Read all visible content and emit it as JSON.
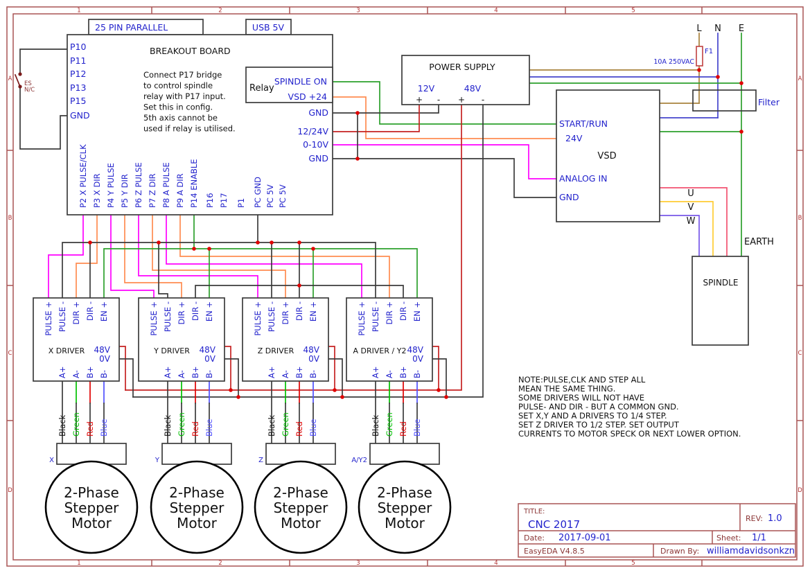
{
  "frame": {
    "cols": [
      "1",
      "2",
      "3",
      "4",
      "5"
    ],
    "rows": [
      "A",
      "B",
      "C",
      "D"
    ]
  },
  "parallel_port": {
    "label": "25 PIN PARALLEL"
  },
  "usb": {
    "label": "USB 5V"
  },
  "estop": {
    "label_top": "ES",
    "label_bottom": "N/C"
  },
  "breakout": {
    "title": "BREAKOUT BOARD",
    "note": [
      "Connect P17 bridge",
      "to control spindle",
      "relay with P17 input.",
      "Set this in config.",
      "5th axis cannot be",
      "used if relay is utilised."
    ],
    "left_pins": [
      "P10",
      "P11",
      "P12",
      "P13",
      "P15",
      "GND"
    ],
    "bottom_pins": [
      "P2 X PULSE/CLK",
      "P3 X DIR",
      "P4 Y PULSE",
      "P5 Y DIR",
      "P6 Z PULSE",
      "P7 Z DIR",
      "P8 A PULSE",
      "P9 A DIR",
      "P14 ENABLE",
      "P16",
      "P17",
      "P1",
      "PC GND",
      "PC 5V",
      "PC 5V"
    ],
    "right_pins": [
      "GND",
      "12/24V",
      "0-10V",
      "GND"
    ],
    "relay": {
      "label": "Relay",
      "pin1": "SPINDLE ON",
      "pin2": "VSD +24"
    }
  },
  "power_supply": {
    "title": "POWER SUPPLY",
    "out1": "12V",
    "out2": "48V",
    "terminals": [
      "+",
      "-",
      "+",
      "-"
    ]
  },
  "mains": {
    "l": "L",
    "n": "N",
    "e": "E",
    "fuse_name": "F1",
    "fuse_rating": "10A 250VAC",
    "filter": "Filter",
    "earth": "EARTH"
  },
  "vsd": {
    "title": "VSD",
    "pin_start": "START/RUN",
    "pin_24v": "24V",
    "pin_analog": "ANALOG IN",
    "pin_gnd": "GND",
    "out_u": "U",
    "out_v": "V",
    "out_w": "W"
  },
  "spindle": {
    "title": "SPINDLE"
  },
  "drivers": [
    {
      "name": "X DRIVER",
      "axis": "X"
    },
    {
      "name": "Y DRIVER",
      "axis": "Y"
    },
    {
      "name": "Z DRIVER",
      "axis": "Z"
    },
    {
      "name": "A DRIVER / Y2",
      "axis": "A/Y2"
    }
  ],
  "driver_common": {
    "top_pins": [
      "PULSE +",
      "PULSE -",
      "DIR +",
      "DIR -",
      "EN +"
    ],
    "bottom_pins": [
      "A+",
      "A-",
      "B+",
      "B-"
    ],
    "rail_48v": "48V",
    "rail_0v": "0V",
    "wire_labels": [
      "Black",
      "Green",
      "Red",
      "Blue"
    ]
  },
  "motor": {
    "line1": "2-Phase",
    "line2": "Stepper",
    "line3": "Motor"
  },
  "notes": [
    "NOTE:PULSE,CLK AND STEP ALL",
    "MEAN THE SAME THING.",
    "SOME DRIVERS WILL NOT HAVE",
    "PULSE- AND DIR - BUT A COMMON GND.",
    "SET X,Y AND A DRIVERS TO 1/4 STEP.",
    "SET Z DRIVER TO 1/2 STEP. SET OUTPUT",
    "CURRENTS TO MOTOR SPECK OR NEXT LOWER OPTION."
  ],
  "title_block": {
    "title_label": "TITLE:",
    "title": "CNC 2017",
    "rev_label": "REV:",
    "rev": "1.0",
    "date_label": "Date:",
    "date": "2017-09-01",
    "sheet_label": "Sheet:",
    "sheet": "1/1",
    "tool": "EasyEDA V4.8.5",
    "drawn_label": "Drawn By:",
    "drawn_by": "williamdavidsonkzn"
  },
  "colors": {
    "border": "#A85454",
    "label_blue": "#2222CC",
    "wire_black": "#3B3B3B",
    "magenta": "#FF00FF",
    "orange": "#FF8C50",
    "green": "#2CA02C",
    "red_48v": "#C62222",
    "brown_live": "#A8823C",
    "neutral_blue": "#4444CC",
    "u_phase": "#F25270",
    "v_phase": "#FFCC33",
    "w_phase": "#7757E8",
    "junction": "#E00000",
    "dark_red_text": "#8B3535"
  }
}
